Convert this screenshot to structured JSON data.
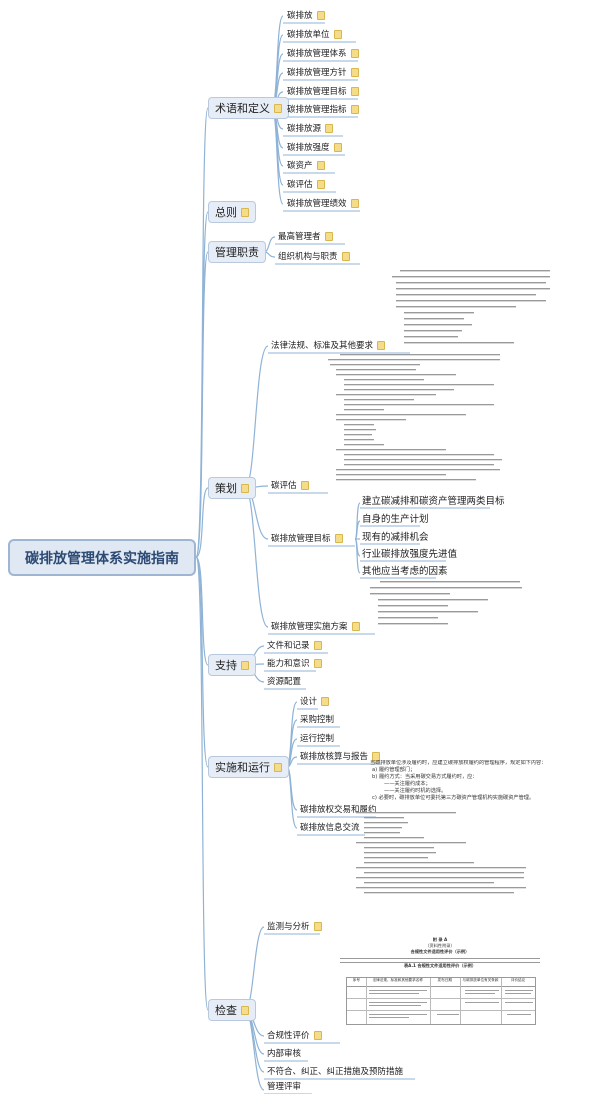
{
  "root": "碳排放管理体系实施指南",
  "branches": [
    {
      "label": "术语和定义",
      "children": [
        "碳排放",
        "碳排放单位",
        "碳排放管理体系",
        "碳排放管理方针",
        "碳排放管理目标",
        "碳排放管理指标",
        "碳排放源",
        "碳排放强度",
        "碳资产",
        "碳评估",
        "碳排放管理绩效"
      ]
    },
    {
      "label": "总则",
      "children": []
    },
    {
      "label": "管理职责",
      "children": [
        "最高管理者",
        "组织机构与职责"
      ]
    },
    {
      "label": "策划",
      "children": [
        "法律法规、标准及其他要求",
        "碳评估",
        "碳排放管理目标",
        "碳排放管理实施方案"
      ]
    },
    {
      "label": "支持",
      "children": [
        "文件和记录",
        "能力和意识",
        "资源配置"
      ]
    },
    {
      "label": "实施和运行",
      "children": [
        "设计",
        "采购控制",
        "运行控制",
        "碳排放核算与报告",
        "碳排放权交易和履约",
        "碳排放信息交流"
      ]
    },
    {
      "label": "检查",
      "children": [
        "监测与分析",
        "合规性评价",
        "内部审核",
        "不符合、纠正、纠正措施及预防措施",
        "管理评审"
      ]
    }
  ],
  "targets": [
    "建立碳减排和碳资产管理两类目标",
    "自身的生产计划",
    "现有的减排机会",
    "行业碳排放强度先进值",
    "其他应当考虑的因素"
  ],
  "notes": {
    "trade": {
      "intro": "当碳排放单位涉及履约时，应建立碳排放权履约的管理程序，规定如下内容：",
      "items": [
        "a)   履约管理部门；",
        "b)   履约方式：当采用碳交易方式履约时，应：",
        "——关注履约成本；",
        "——关注履约时机的选择。",
        "c)   必要时，碳排放单位可委托第三方碳资产管理机构实施碳资产管理。"
      ]
    },
    "appendix": {
      "label": "附 录 A",
      "kind": "（资料性附录）",
      "title": "合规性文件适用性评价（示例）",
      "table_title": "表A.1  合规性文件适用性评价（示例）",
      "headers": [
        "序号",
        "法律法规、标准和其他要求名称",
        "发布日期",
        "与碳排放单位有关条款",
        "评价结论"
      ]
    }
  },
  "colors": {
    "branch_bg": "#e6edf6",
    "branch_border": "#b8c9de",
    "line": "#8fb3d6",
    "root_bg": "#dfe8f3",
    "root_text": "#2c4a73",
    "note_icon": "#f4dc8a"
  },
  "icons": {
    "note": "note-icon"
  }
}
